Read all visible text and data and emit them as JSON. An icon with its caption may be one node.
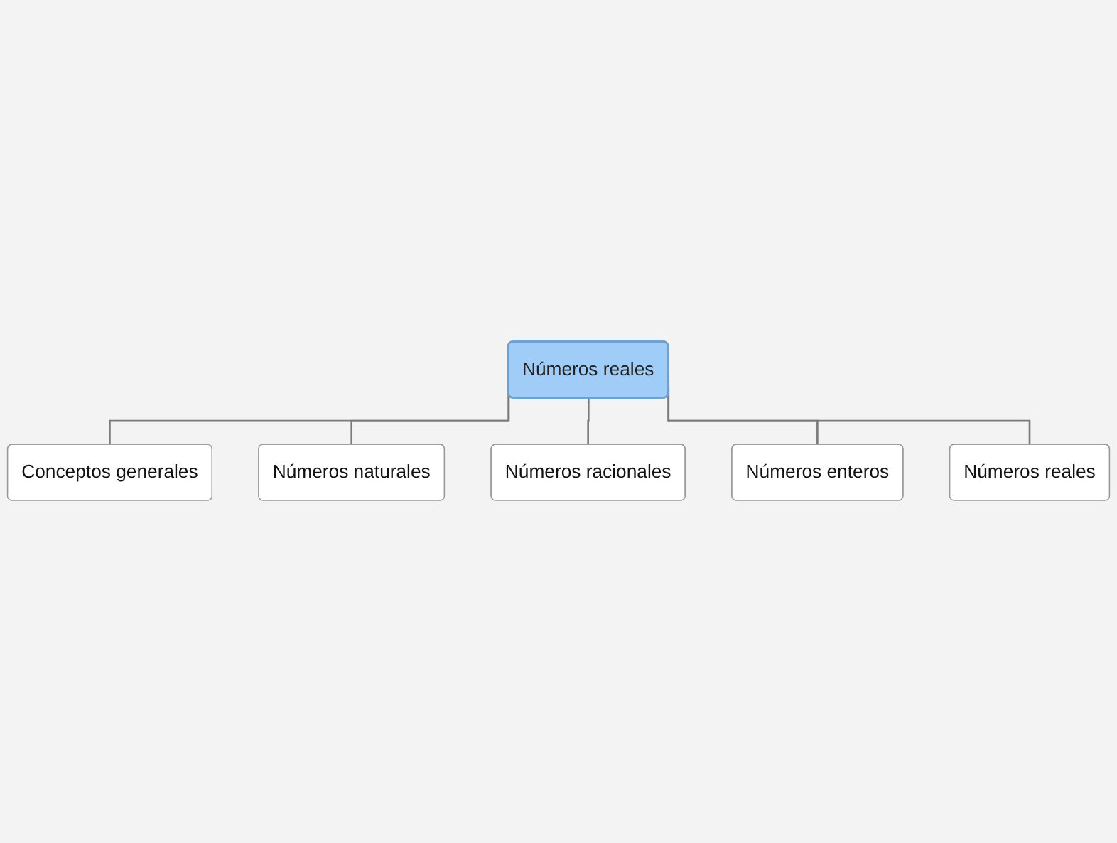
{
  "diagram": {
    "nodes": [
      {
        "text": [
          "Números reales"
        ]
      },
      {
        "text": [
          "Conceptos generales"
        ]
      },
      {
        "text": [
          "Números naturales"
        ]
      },
      {
        "text": [
          "Números racionales"
        ]
      },
      {
        "text": [
          "Números enteros"
        ]
      },
      {
        "text": [
          "Números reales"
        ]
      }
    ],
    "edges": [
      {
        "from": 0,
        "to": 1,
        "arrow": "none"
      },
      {
        "from": 0,
        "to": 2,
        "arrow": "none"
      },
      {
        "from": 0,
        "to": 3,
        "arrow": "none"
      },
      {
        "from": 0,
        "to": 4,
        "arrow": "none"
      },
      {
        "from": 0,
        "to": 5,
        "arrow": "none"
      }
    ]
  }
}
